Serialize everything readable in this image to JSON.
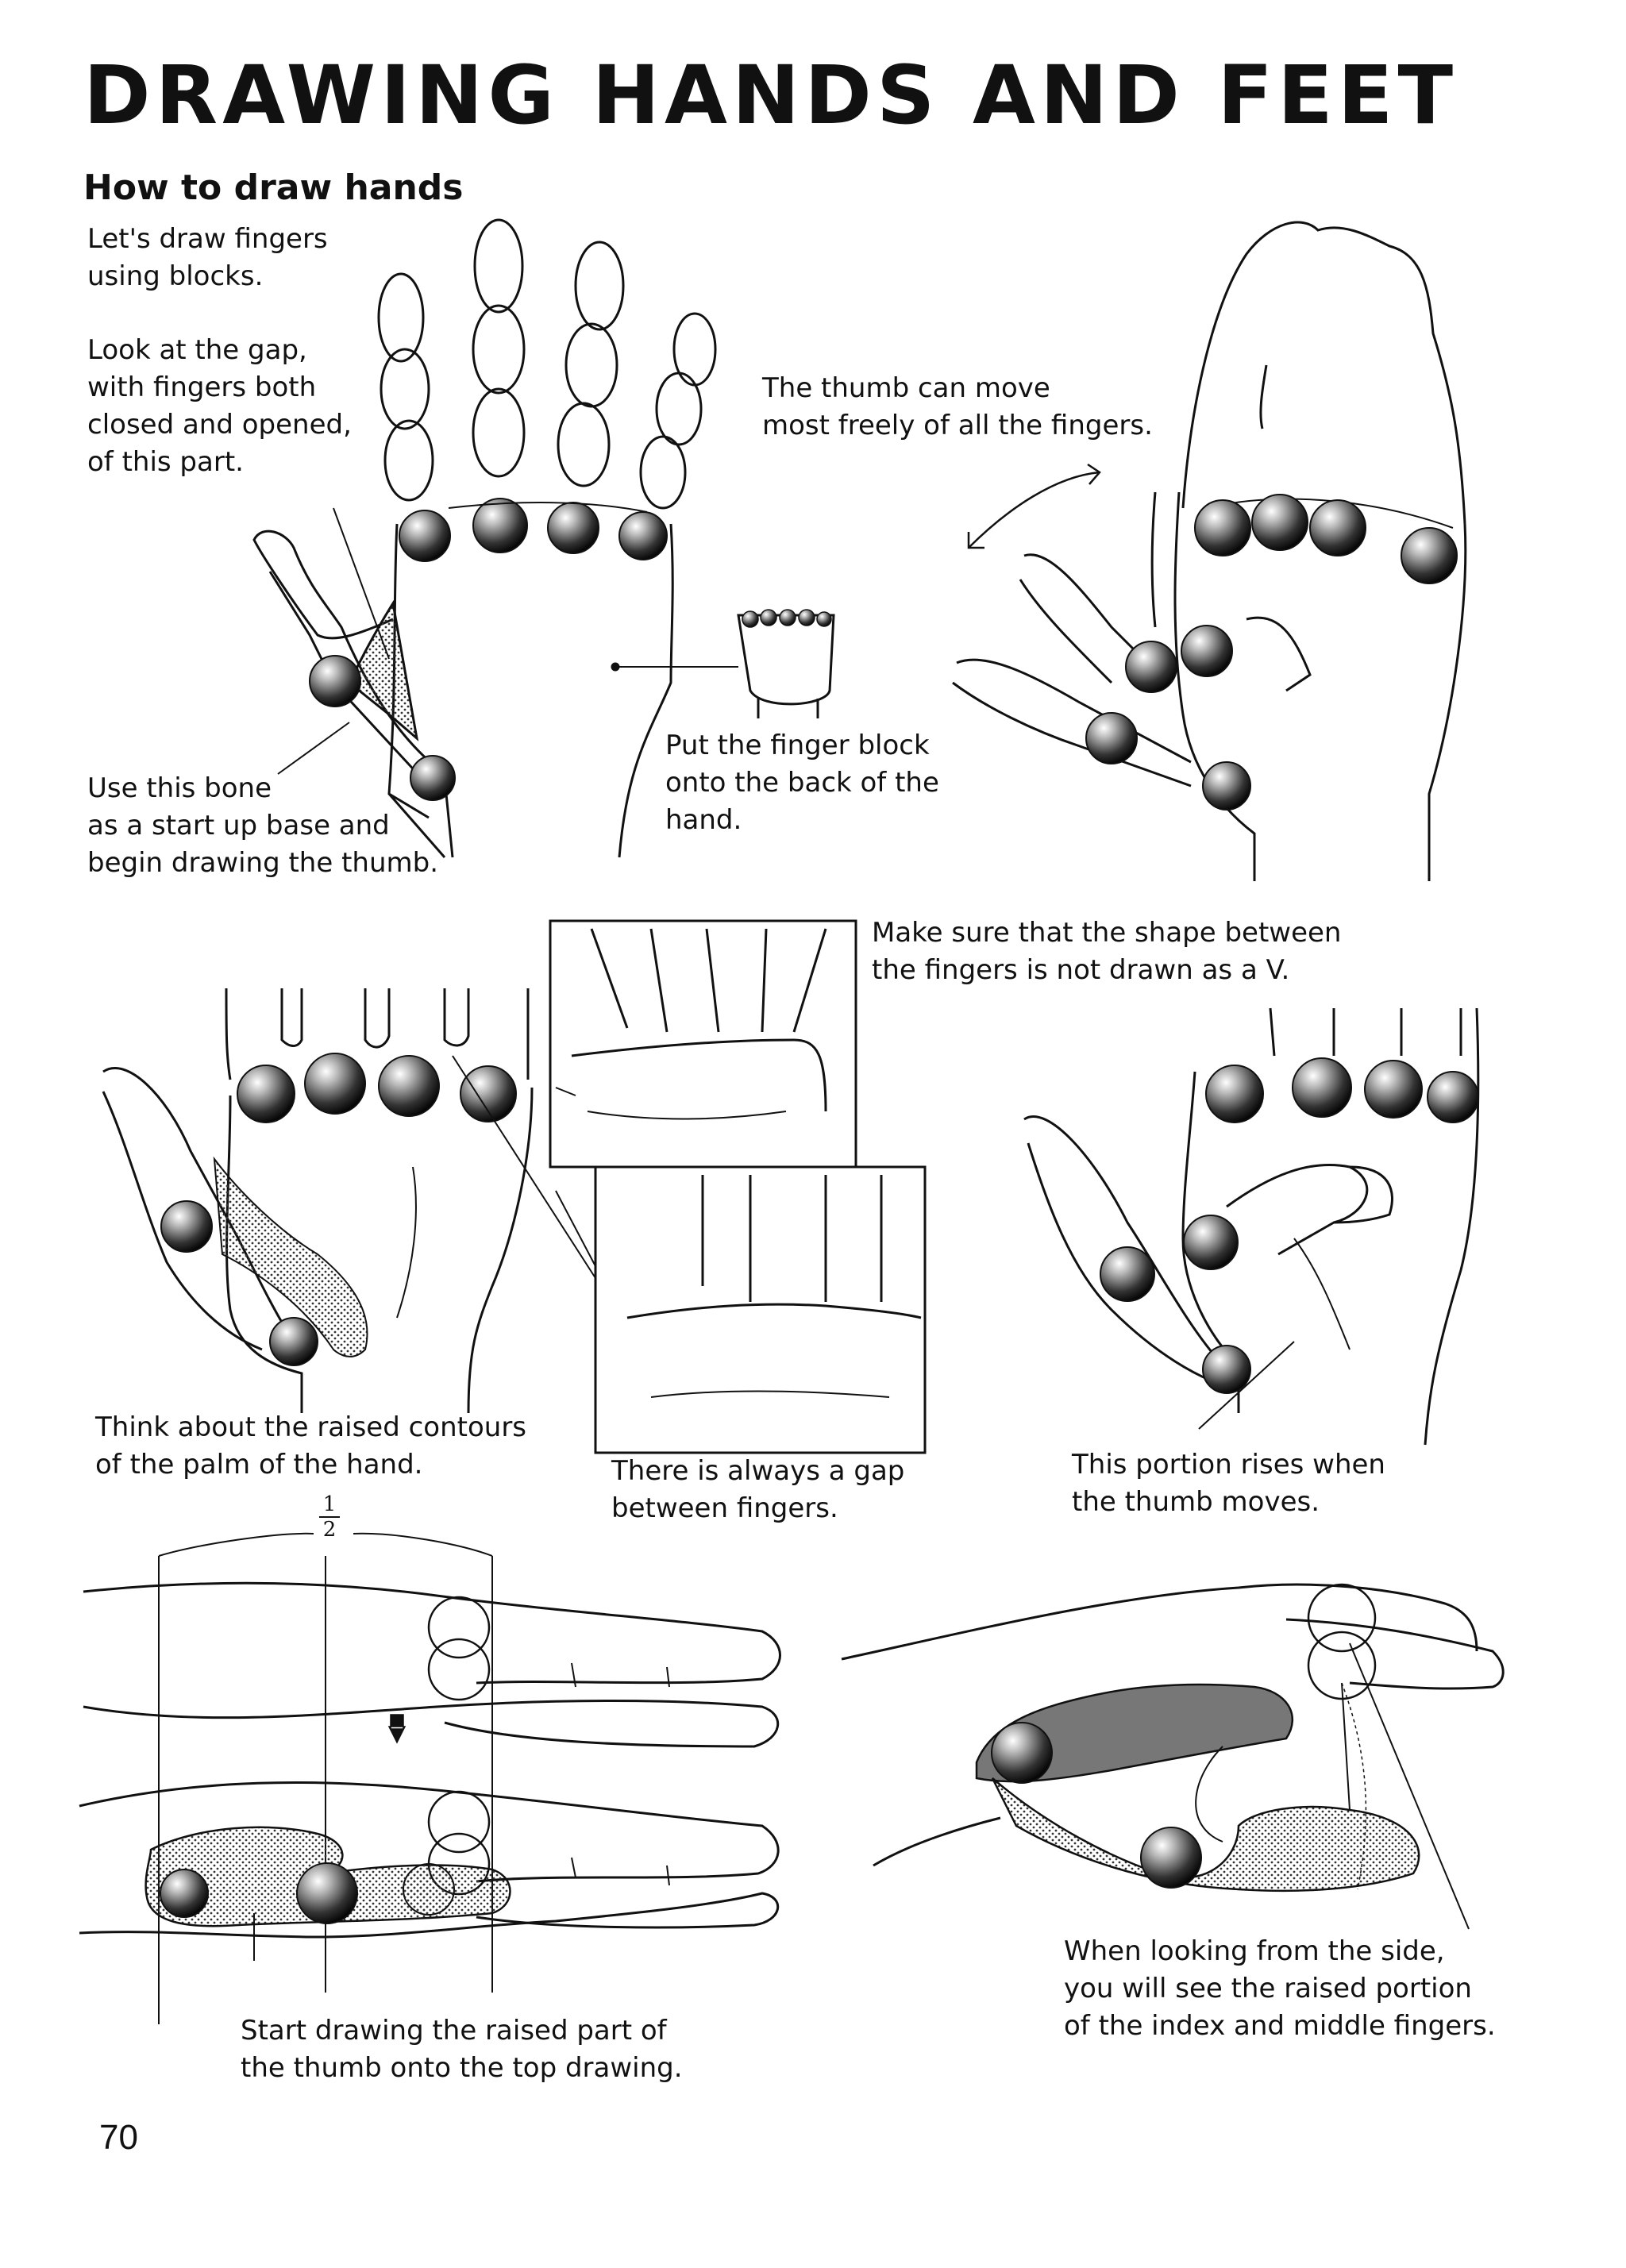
{
  "page": {
    "title": "DRAWING HANDS AND FEET",
    "subtitle": "How to draw hands",
    "page_number": "70"
  },
  "captions": {
    "fingers_blocks": "Let's draw fingers\nusing blocks.",
    "gap": "Look at the gap,\nwith fingers both\nclosed and opened,\nof this part.",
    "thumb_bone": "Use this bone\nas a start up base and\nbegin drawing the thumb.",
    "finger_block": "Put the finger block\nonto the back of the\nhand.",
    "thumb_move": "The thumb can move\nmost freely of all the fingers.",
    "not_v": "Make sure that the shape between\nthe fingers is not drawn as a V.",
    "palm_contours": "Think about the raised contours\nof the palm of the hand.",
    "gap_between": "There is always a gap\nbetween fingers.",
    "portion_rises": "This portion rises when\nthe thumb moves.",
    "raised_thumb": "Start drawing the raised part of\nthe thumb onto the top drawing.",
    "side_view": "When looking from the side,\nyou will see the raised portion\nof the index and middle fingers."
  },
  "fraction": {
    "numerator": "1",
    "denominator": "2"
  }
}
